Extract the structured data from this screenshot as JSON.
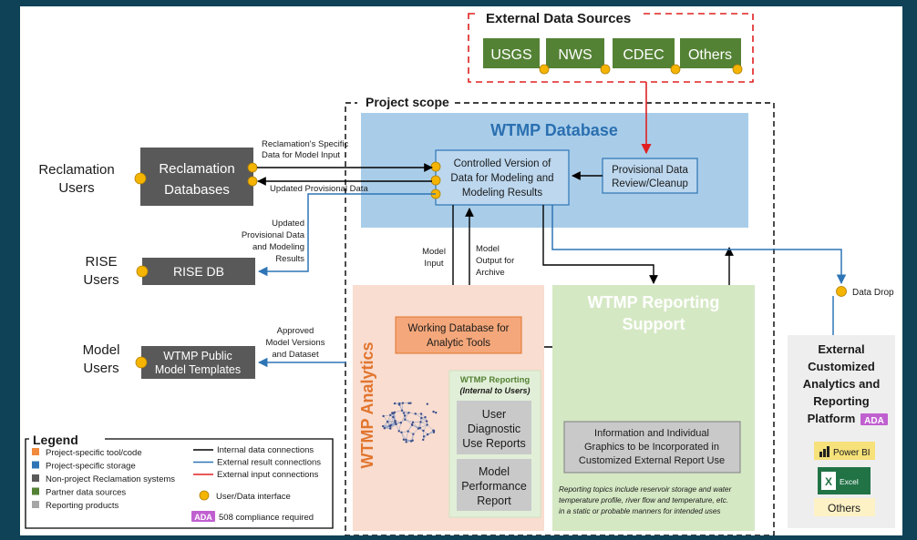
{
  "external_sources": {
    "title": "External Data Sources",
    "items": [
      "USGS",
      "NWS",
      "CDEC",
      "Others"
    ]
  },
  "project_scope": "Project scope",
  "wtmp_database": {
    "title": "WTMP Database",
    "controlled_version": [
      "Controlled Version of",
      "Data for Modeling and",
      "Modeling Results"
    ],
    "provisional_review": [
      "Provisional Data",
      "Review/Cleanup"
    ]
  },
  "left_nodes": {
    "reclamation_users": [
      "Reclamation",
      "Users"
    ],
    "reclamation_db": [
      "Reclamation",
      "Databases"
    ],
    "rise_users": [
      "RISE",
      "Users"
    ],
    "rise_db": "RISE DB",
    "model_users": [
      "Model",
      "Users"
    ],
    "public_templates": [
      "WTMP Public",
      "Model Templates"
    ]
  },
  "edge_labels": {
    "reclamation_specific": [
      "Reclamation's Specific",
      "Data for Model Input"
    ],
    "updated_provisional": "Updated Provisional Data",
    "updated_rise": [
      "Updated",
      "Provisional Data",
      "and Modeling",
      "Results"
    ],
    "approved": [
      "Approved",
      "Model Versions",
      "and Dataset"
    ],
    "model_input": [
      "Model",
      "Input"
    ],
    "model_output": [
      "Model",
      "Output for",
      "Archive"
    ],
    "data_drop": "Data Drop"
  },
  "analytics": {
    "title": "WTMP Analytics",
    "working_db": [
      "Working Database for",
      "Analytic Tools"
    ],
    "reporting_title": "WTMP Reporting",
    "reporting_subtitle": "(Internal to Users)",
    "user_reports": [
      "User",
      "Diagnostic",
      "Use Reports"
    ],
    "performance_report": [
      "Model",
      "Performance",
      "Report"
    ]
  },
  "reporting_support": {
    "title": [
      "WTMP Reporting",
      "Support"
    ],
    "info_box": [
      "Information and Individual",
      "Graphics to be Incorporated in",
      "Customized External Report Use"
    ],
    "note": [
      "Reporting topics include reservoir storage and water",
      "temperature profile, river flow and temperature, etc.",
      "in a static or probable manners for intended uses"
    ]
  },
  "external_platform": {
    "title": [
      "External",
      "Customized",
      "Analytics and",
      "Reporting",
      "Platform"
    ],
    "power_bi": "Power BI",
    "excel": "Excel",
    "others": "Others"
  },
  "legend": {
    "title": "Legend",
    "categories": [
      {
        "label": "Project-specific tool/code",
        "color": "#f08a3c"
      },
      {
        "label": "Project-specific storage",
        "color": "#2e75b6"
      },
      {
        "label": "Non-project Reclamation systems",
        "color": "#595959"
      },
      {
        "label": "Partner data sources",
        "color": "#548235"
      },
      {
        "label": "Reporting products",
        "color": "#a6a6a6"
      }
    ],
    "connections": [
      {
        "label": "Internal data connections",
        "color": "#000000"
      },
      {
        "label": "External result connections",
        "color": "#2e75b6"
      },
      {
        "label": "External input connections",
        "color": "#e02020"
      }
    ],
    "interface": "User/Data interface",
    "ada": "508 compliance required"
  },
  "ada_mark": "ADA",
  "colors": {
    "background": "#0f4257",
    "panel": "#ffffff",
    "wtmp_db_fill": "#a9cde9",
    "analytics_fill": "#f9ddd0",
    "reporting_fill": "#d5e8c4",
    "green_source": "#548235",
    "dark_gray": "#595959",
    "orange": "#f4a77a",
    "connector": "#f4b400"
  }
}
